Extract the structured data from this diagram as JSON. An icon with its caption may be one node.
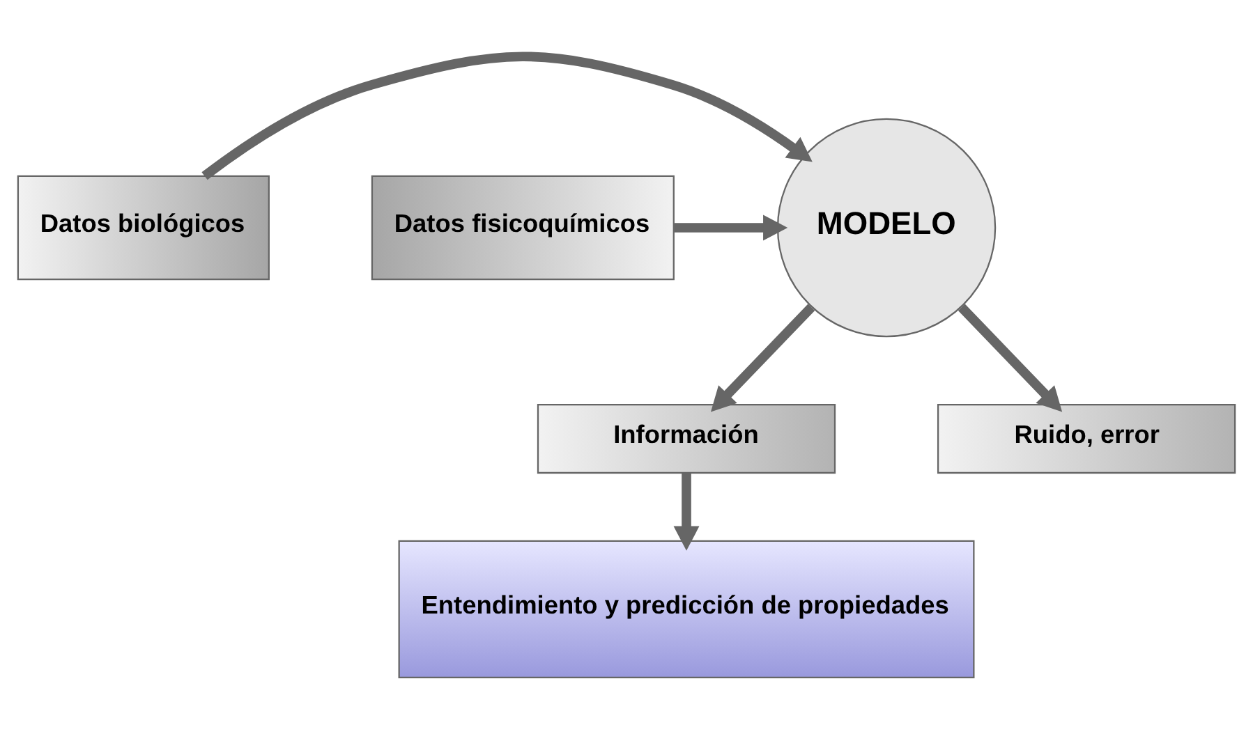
{
  "diagram": {
    "nodes": [
      {
        "text": [
          "Datos biológicos"
        ]
      },
      {
        "text": [
          "MODELO"
        ]
      },
      {
        "text": [
          "Datos fisicoquímicos"
        ]
      },
      {
        "text": [
          "Información"
        ]
      },
      {
        "text": [
          "Ruido, error"
        ]
      },
      {
        "text": [
          "Entendimiento y predicción de propiedades"
        ]
      }
    ],
    "edges": [
      {
        "from": 0,
        "to": 1,
        "arrow": "to"
      },
      {
        "from": 2,
        "to": 1,
        "arrow": "to"
      },
      {
        "from": 1,
        "to": 3,
        "arrow": "to"
      },
      {
        "from": 1,
        "to": 4,
        "arrow": "to"
      },
      {
        "from": 3,
        "to": 5,
        "arrow": "to"
      }
    ]
  }
}
